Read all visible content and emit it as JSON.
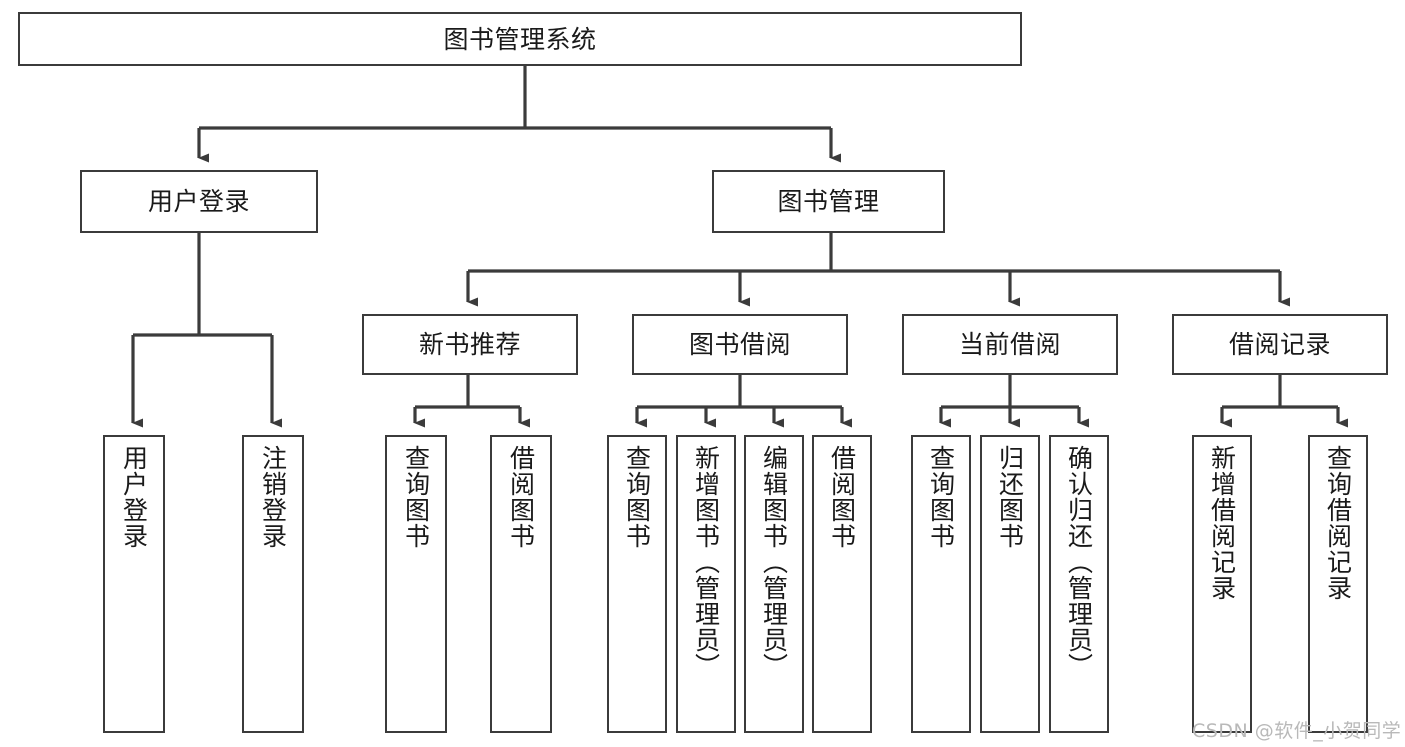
{
  "diagram": {
    "type": "hierarchy-tree",
    "title": "图书管理系统",
    "levels": 4,
    "root": {
      "id": "root",
      "label": "图书管理系统"
    },
    "level2": [
      {
        "id": "user-login",
        "label": "用户登录"
      },
      {
        "id": "book-manage",
        "label": "图书管理"
      }
    ],
    "level3": [
      {
        "id": "new-book-recommend",
        "label": "新书推荐",
        "parent": "book-manage"
      },
      {
        "id": "book-borrow",
        "label": "图书借阅",
        "parent": "book-manage"
      },
      {
        "id": "current-borrow",
        "label": "当前借阅",
        "parent": "book-manage"
      },
      {
        "id": "borrow-record",
        "label": "借阅记录",
        "parent": "book-manage"
      }
    ],
    "leaves": {
      "user-login": [
        {
          "id": "leaf-user-login",
          "label": "用户登录"
        },
        {
          "id": "leaf-logout",
          "label": "注销登录"
        }
      ],
      "new-book-recommend": [
        {
          "id": "leaf-query-book-1",
          "label": "查询图书"
        },
        {
          "id": "leaf-borrow-book-1",
          "label": "借阅图书"
        }
      ],
      "book-borrow": [
        {
          "id": "leaf-query-book-2",
          "label": "查询图书"
        },
        {
          "id": "leaf-add-book",
          "label": "新增图书（管理员）"
        },
        {
          "id": "leaf-edit-book",
          "label": "编辑图书（管理员）"
        },
        {
          "id": "leaf-borrow-book-2",
          "label": "借阅图书"
        }
      ],
      "current-borrow": [
        {
          "id": "leaf-query-book-3",
          "label": "查询图书"
        },
        {
          "id": "leaf-return-book",
          "label": "归还图书"
        },
        {
          "id": "leaf-confirm-return",
          "label": "确认归还（管理员）"
        }
      ],
      "borrow-record": [
        {
          "id": "leaf-add-record",
          "label": "新增借阅记录"
        },
        {
          "id": "leaf-query-record",
          "label": "查询借阅记录"
        }
      ]
    },
    "watermark": "CSDN @软件_小贺同学",
    "colors": {
      "stroke": "#3b3b3b",
      "fill": "#ffffff",
      "text": "#1a1a1a",
      "watermark": "#b9b9b9"
    }
  }
}
